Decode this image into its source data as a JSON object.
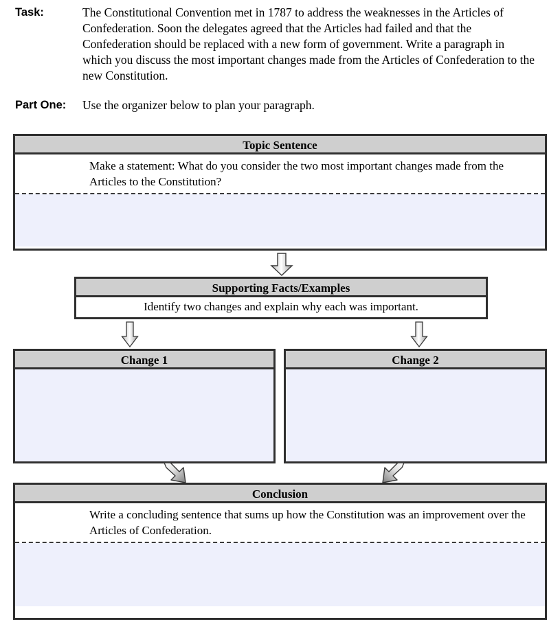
{
  "worksheet": {
    "task": {
      "label": "Task:",
      "text": "The Constitutional Convention met in 1787 to address the weaknesses in the Articles of Confederation.  Soon the delegates agreed that the Articles had failed and that the Confederation should be replaced with a new form of government. Write a paragraph in which you discuss the most important changes made from the Articles of Confederation to the new Constitution."
    },
    "part_one": {
      "label": "Part One:",
      "text": "Use the organizer below to plan your paragraph."
    },
    "organizer": {
      "topic_sentence": {
        "header": "Topic Sentence",
        "prompt": "Make a statement: What do you consider the two most important changes made from the Articles to the Constitution?",
        "answer": ""
      },
      "supporting_facts": {
        "header": "Supporting Facts/Examples",
        "prompt": "Identify two changes and explain why each was important."
      },
      "change_one": {
        "header": "Change 1",
        "answer": ""
      },
      "change_two": {
        "header": "Change 2",
        "answer": ""
      },
      "conclusion": {
        "header": "Conclusion",
        "prompt": "Write a concluding sentence that sums up how the Constitution was an improvement over the Articles of Confederation.",
        "answer": ""
      }
    },
    "colors": {
      "header_fill": "#cfcfcf",
      "answer_fill": "#eef0fc",
      "border": "#2f2f2f",
      "text": "#000000"
    }
  }
}
